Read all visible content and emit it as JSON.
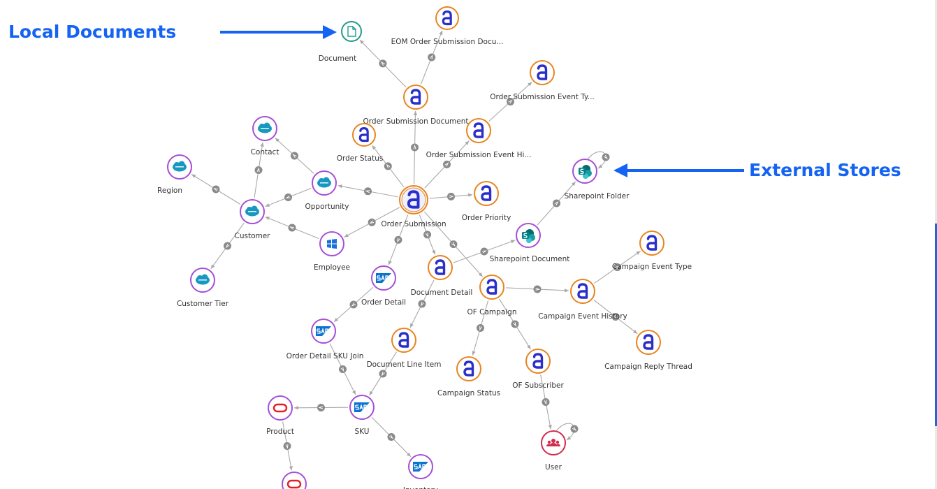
{
  "annotations": {
    "local": "Local Documents",
    "external": "External Stores"
  },
  "colors": {
    "annotation": "#1463f3",
    "anaplan_ring": "#e8841f",
    "anaplan_logo": "#2b2fc9",
    "store_ring": "#a44fd6",
    "document_ring": "#1f9b8b",
    "user_ring": "#d12b4f",
    "edge": "#a8a8a8"
  },
  "nodes": [
    {
      "id": "document",
      "label": "Document",
      "kind": "document",
      "icon": "document-icon"
    },
    {
      "id": "eom",
      "label": "EOM Order Submission Docu...",
      "kind": "anaplan",
      "icon": "anaplan-icon"
    },
    {
      "id": "osd",
      "label": "Order Submission Document",
      "kind": "anaplan",
      "icon": "anaplan-icon"
    },
    {
      "id": "oset",
      "label": "Order Submission Event Ty...",
      "kind": "anaplan",
      "icon": "anaplan-icon"
    },
    {
      "id": "oseh",
      "label": "Order Submission Event Hi...",
      "kind": "anaplan",
      "icon": "anaplan-icon"
    },
    {
      "id": "ostatus",
      "label": "Order Status",
      "kind": "anaplan",
      "icon": "anaplan-icon"
    },
    {
      "id": "os",
      "label": "Order Submission",
      "kind": "anaplan-center",
      "icon": "anaplan-icon"
    },
    {
      "id": "opriority",
      "label": "Order Priority",
      "kind": "anaplan",
      "icon": "anaplan-icon"
    },
    {
      "id": "contact",
      "label": "Contact",
      "kind": "salesforce",
      "icon": "salesforce-icon"
    },
    {
      "id": "region",
      "label": "Region",
      "kind": "salesforce",
      "icon": "salesforce-icon"
    },
    {
      "id": "opportunity",
      "label": "Opportunity",
      "kind": "salesforce",
      "icon": "salesforce-icon"
    },
    {
      "id": "customer",
      "label": "Customer",
      "kind": "salesforce",
      "icon": "salesforce-icon"
    },
    {
      "id": "ctier",
      "label": "Customer Tier",
      "kind": "salesforce",
      "icon": "salesforce-icon"
    },
    {
      "id": "employee",
      "label": "Employee",
      "kind": "windows",
      "icon": "windows-icon"
    },
    {
      "id": "spfolder",
      "label": "Sharepoint Folder",
      "kind": "sharepoint",
      "icon": "sharepoint-icon"
    },
    {
      "id": "spdoc",
      "label": "Sharepoint Document",
      "kind": "sharepoint",
      "icon": "sharepoint-icon"
    },
    {
      "id": "odetail",
      "label": "Order Detail",
      "kind": "sap",
      "icon": "sap-icon"
    },
    {
      "id": "ddetail",
      "label": "Document Detail",
      "kind": "anaplan",
      "icon": "anaplan-icon"
    },
    {
      "id": "ofc",
      "label": "OF Campaign",
      "kind": "anaplan",
      "icon": "anaplan-icon"
    },
    {
      "id": "cet",
      "label": "Campaign Event Type",
      "kind": "anaplan",
      "icon": "anaplan-icon"
    },
    {
      "id": "ceh",
      "label": "Campaign Event History",
      "kind": "anaplan",
      "icon": "anaplan-icon"
    },
    {
      "id": "crt",
      "label": "Campaign Reply Thread",
      "kind": "anaplan",
      "icon": "anaplan-icon"
    },
    {
      "id": "odsku",
      "label": "Order Detail SKU Join",
      "kind": "sap",
      "icon": "sap-icon"
    },
    {
      "id": "dli",
      "label": "Document Line Item",
      "kind": "anaplan",
      "icon": "anaplan-icon"
    },
    {
      "id": "cstatus",
      "label": "Campaign Status",
      "kind": "anaplan",
      "icon": "anaplan-icon"
    },
    {
      "id": "ofs",
      "label": "OF Subscriber",
      "kind": "anaplan",
      "icon": "anaplan-icon"
    },
    {
      "id": "product",
      "label": "Product",
      "kind": "oracle",
      "icon": "oracle-icon"
    },
    {
      "id": "sku",
      "label": "SKU",
      "kind": "sap",
      "icon": "sap-icon"
    },
    {
      "id": "user",
      "label": "User",
      "kind": "user",
      "icon": "users-icon"
    },
    {
      "id": "inventory",
      "label": "Inventory",
      "kind": "sap",
      "icon": "sap-icon"
    },
    {
      "id": "oracle2",
      "label": "",
      "kind": "oracle",
      "icon": "oracle-icon"
    }
  ],
  "edges": [
    [
      "osd",
      "document"
    ],
    [
      "osd",
      "eom"
    ],
    [
      "oseh",
      "oset"
    ],
    [
      "os",
      "osd"
    ],
    [
      "os",
      "ostatus"
    ],
    [
      "os",
      "oseh"
    ],
    [
      "os",
      "opportunity"
    ],
    [
      "os",
      "opriority"
    ],
    [
      "os",
      "employee"
    ],
    [
      "os",
      "odetail"
    ],
    [
      "os",
      "ddetail"
    ],
    [
      "os",
      "ofc"
    ],
    [
      "opportunity",
      "contact"
    ],
    [
      "opportunity",
      "customer"
    ],
    [
      "customer",
      "contact"
    ],
    [
      "customer",
      "region"
    ],
    [
      "customer",
      "ctier"
    ],
    [
      "employee",
      "customer"
    ],
    [
      "spdoc",
      "spfolder"
    ],
    [
      "ddetail",
      "spdoc"
    ],
    [
      "ofc",
      "ceh"
    ],
    [
      "ceh",
      "cet"
    ],
    [
      "ceh",
      "crt"
    ],
    [
      "ofc",
      "cstatus"
    ],
    [
      "ofc",
      "ofs"
    ],
    [
      "ofs",
      "user"
    ],
    [
      "odetail",
      "odsku"
    ],
    [
      "ddetail",
      "dli"
    ],
    [
      "odsku",
      "sku"
    ],
    [
      "dli",
      "sku"
    ],
    [
      "sku",
      "product"
    ],
    [
      "sku",
      "inventory"
    ],
    [
      "product",
      "oracle2"
    ]
  ],
  "self_loops": [
    "spfolder",
    "user"
  ]
}
